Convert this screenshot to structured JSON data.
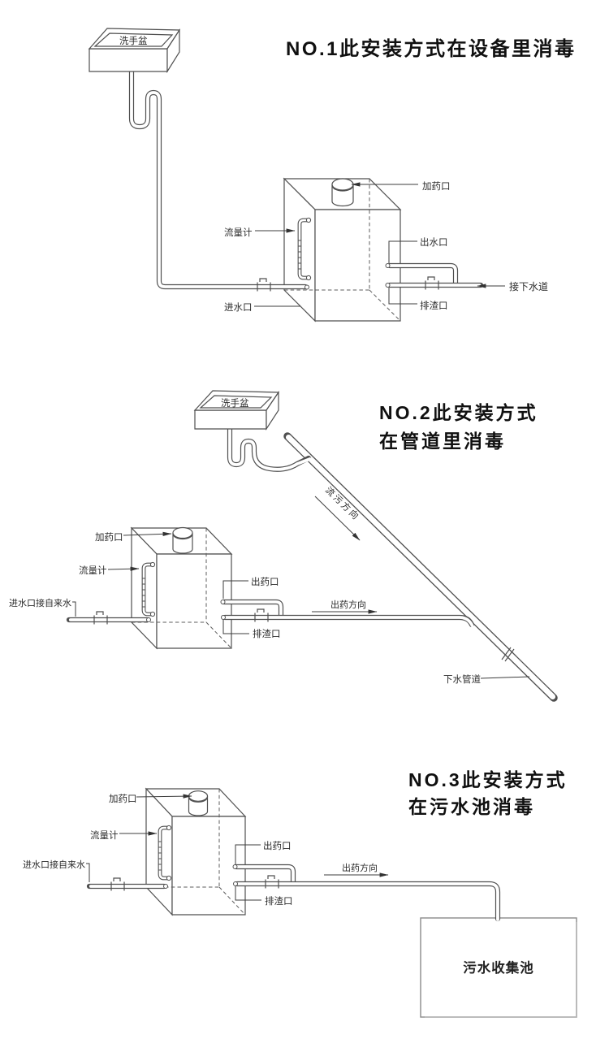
{
  "image_type": "disinfection dosing device installation diagram",
  "colors": {
    "line": "#4f4f4f",
    "label_text": "#2b2b2b",
    "title_text": "#101010",
    "background": "#ffffff"
  },
  "sections": [
    {
      "number": "NO.1",
      "title": "NO.1此安装方式在设备里消毒",
      "labels": {
        "basin": "洗手盆",
        "dosing_port": "加药口",
        "flow_meter": "流量计",
        "water_outlet": "出水口",
        "to_sewer": "接下水道",
        "residue_port": "排渣口",
        "water_inlet": "进水口"
      }
    },
    {
      "number": "NO.2",
      "title_line1": "NO.2此安装方式",
      "title_line2": "在管道里消毒",
      "labels": {
        "basin": "洗手盆",
        "dosing_port": "加药口",
        "flow_meter": "流量计",
        "inlet_tap_water": "进水口接自来水",
        "chemical_outlet": "出药口",
        "residue_port": "排渣口",
        "chemical_direction": "出药方向",
        "sewage_flow_direction": "流污方向",
        "sewer_pipe": "下水管道"
      }
    },
    {
      "number": "NO.3",
      "title_line1": "NO.3此安装方式",
      "title_line2": "在污水池消毒",
      "labels": {
        "dosing_port": "加药口",
        "flow_meter": "流量计",
        "inlet_tap_water": "进水口接自来水",
        "chemical_outlet": "出药口",
        "residue_port": "排渣口",
        "chemical_direction": "出药方向",
        "collection_pool": "污水收集池"
      }
    }
  ]
}
